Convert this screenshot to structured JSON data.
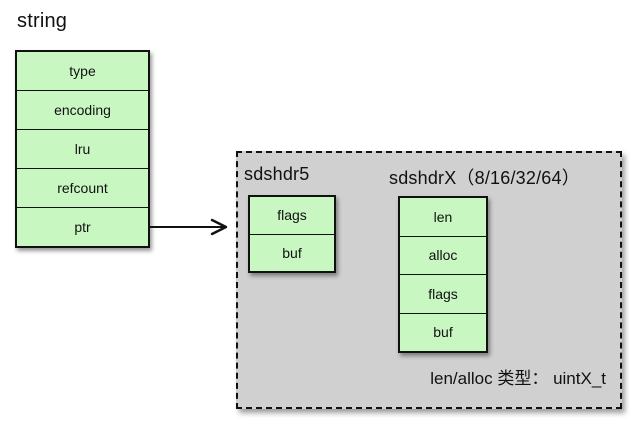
{
  "title": "string",
  "robj": {
    "rows": [
      "type",
      "encoding",
      "lru",
      "refcount",
      "ptr"
    ]
  },
  "sds_panel": {
    "sdshdr5": {
      "title": "sdshdr5",
      "rows": [
        "flags",
        "buf"
      ]
    },
    "sdshdrX": {
      "title": "sdshdrX（8/16/32/64）",
      "rows": [
        "len",
        "alloc",
        "flags",
        "buf"
      ]
    },
    "note": "len/alloc 类型： uintX_t"
  },
  "icons": {
    "arrow": "right-arrow-icon"
  },
  "colors": {
    "cell_green": "#c9f7c2",
    "panel_gray": "#d0d0d0",
    "line_black": "#111111",
    "background": "#ffffff"
  }
}
